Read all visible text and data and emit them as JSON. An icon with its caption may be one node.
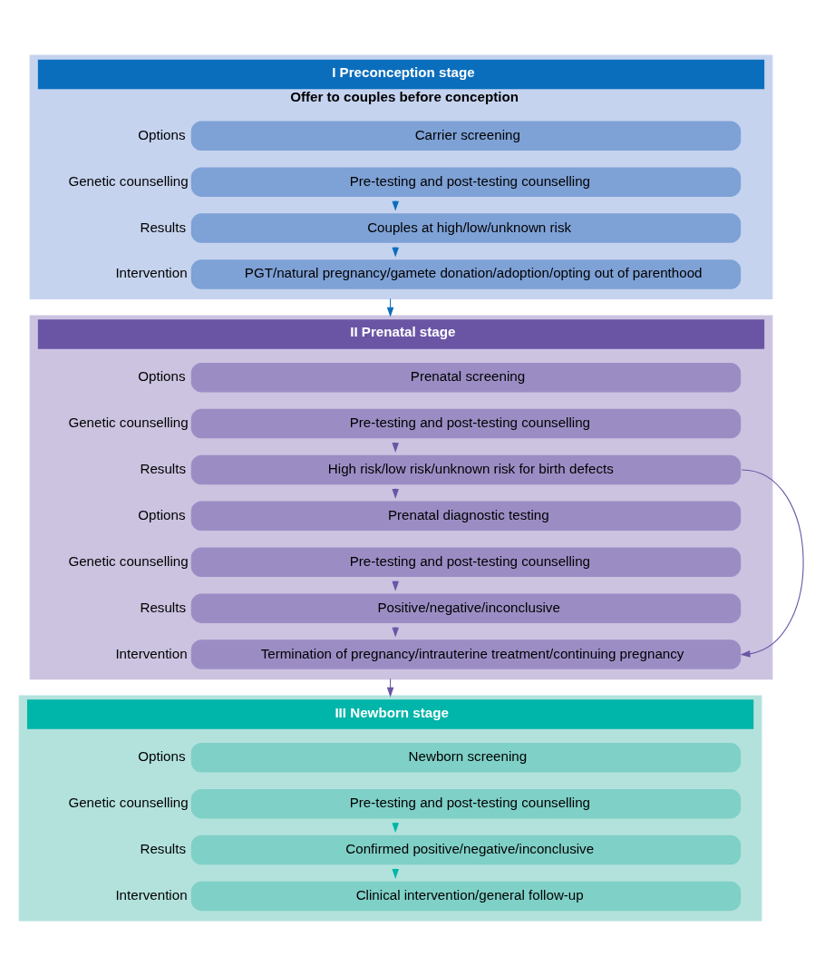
{
  "diagram": {
    "nodes": [
      {
        "text": [
          "I Preconception stage",
          "Offer to couples before conception"
        ]
      },
      {
        "text": [
          "Carrier screening"
        ],
        "in": 0,
        "beside": [
          "Options"
        ]
      },
      {
        "text": [
          "Pre-testing and post-testing counselling"
        ],
        "in": 0,
        "beside": [
          "Genetic counselling"
        ]
      },
      {
        "text": [
          "Couples at high/low/unknown risk"
        ],
        "in": 0,
        "beside": [
          "Results"
        ]
      },
      {
        "text": [
          "PGT/natural pregnancy/gamete donation/adoption/opting out of parenthood"
        ],
        "in": 0,
        "beside": [
          "Intervention"
        ]
      },
      {
        "text": [
          "II Prenatal stage"
        ]
      },
      {
        "text": [
          "Prenatal screening"
        ],
        "in": 5,
        "beside": [
          "Options"
        ]
      },
      {
        "text": [
          "Pre-testing and post-testing counselling"
        ],
        "in": 5,
        "beside": [
          "Genetic counselling"
        ]
      },
      {
        "text": [
          "High risk/low risk/unknown risk for birth defects"
        ],
        "in": 5,
        "beside": [
          "Results"
        ]
      },
      {
        "text": [
          "Prenatal diagnostic testing"
        ],
        "in": 5,
        "beside": [
          "Options"
        ]
      },
      {
        "text": [
          "Pre-testing and post-testing counselling"
        ],
        "in": 5,
        "beside": [
          "Genetic counselling"
        ]
      },
      {
        "text": [
          "Positive/negative/inconclusive"
        ],
        "in": 5,
        "beside": [
          "Results"
        ]
      },
      {
        "text": [
          "Termination of pregnancy/intrauterine treatment/continuing pregnancy"
        ],
        "in": 5,
        "beside": [
          "Intervention"
        ]
      },
      {
        "text": [
          "III Newborn stage"
        ]
      },
      {
        "text": [
          "Newborn screening"
        ],
        "in": 13,
        "beside": [
          "Options"
        ]
      },
      {
        "text": [
          "Pre-testing and post-testing counselling"
        ],
        "in": 13,
        "beside": [
          "Genetic counselling"
        ]
      },
      {
        "text": [
          "Confirmed positive/negative/inconclusive"
        ],
        "in": 13,
        "beside": [
          "Results"
        ]
      },
      {
        "text": [
          "Clinical intervention/general follow-up"
        ],
        "in": 13,
        "beside": [
          "Intervention"
        ]
      }
    ],
    "edges": [
      {
        "from": 2,
        "to": 3,
        "arrow": "to",
        "color": "#0a6ebd"
      },
      {
        "from": 3,
        "to": 4,
        "arrow": "to",
        "color": "#0a6ebd"
      },
      {
        "from": 0,
        "to": 5,
        "arrow": "to",
        "color": "#0a6ebd"
      },
      {
        "from": 7,
        "to": 8,
        "arrow": "to",
        "color": "#6a55a5"
      },
      {
        "from": 8,
        "to": 9,
        "arrow": "to",
        "color": "#6a55a5"
      },
      {
        "from": 8,
        "to": 12,
        "arrow": "to",
        "color": "#6a55a5"
      },
      {
        "from": 10,
        "to": 11,
        "arrow": "to",
        "color": "#6a55a5"
      },
      {
        "from": 11,
        "to": 12,
        "arrow": "to",
        "color": "#6a55a5"
      },
      {
        "from": 5,
        "to": 13,
        "arrow": "to",
        "color": "#6a55a5"
      },
      {
        "from": 15,
        "to": 16,
        "arrow": "to",
        "color": "#00b5a9"
      },
      {
        "from": 16,
        "to": 17,
        "arrow": "to",
        "color": "#00b5a9"
      }
    ]
  }
}
